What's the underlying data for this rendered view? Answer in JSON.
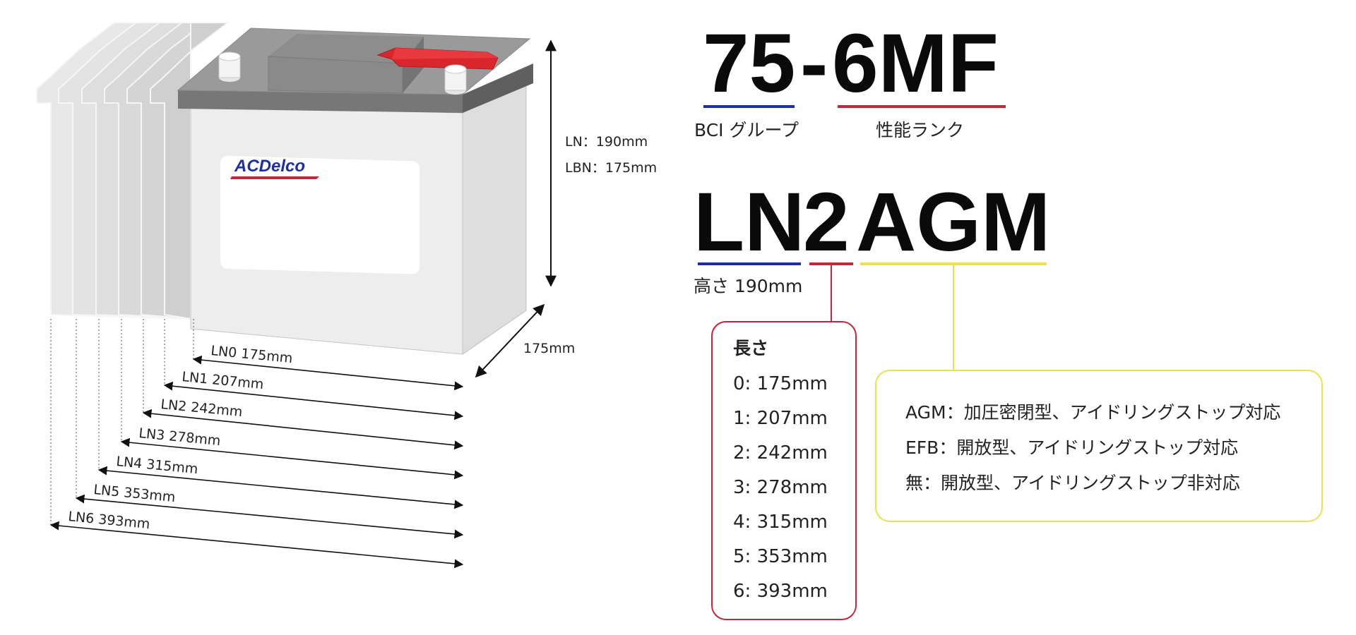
{
  "battery": {
    "brand": "ACDelco",
    "height_labels": [
      "LN：190mm",
      "LBN：175mm"
    ],
    "width_label": "175mm",
    "lengths": [
      {
        "label": "LN0",
        "value": "175mm"
      },
      {
        "label": "LN1",
        "value": "207mm"
      },
      {
        "label": "LN2",
        "value": "242mm"
      },
      {
        "label": "LN3",
        "value": "278mm"
      },
      {
        "label": "LN4",
        "value": "315mm"
      },
      {
        "label": "LN5",
        "value": "353mm"
      },
      {
        "label": "LN6",
        "value": "393mm"
      }
    ]
  },
  "code1": {
    "part1": "75",
    "dash": "-",
    "part2": "6MF",
    "label1": "BCI グループ",
    "label2": "性能ランク"
  },
  "code2": {
    "part1": "LN",
    "part2": "2",
    "part3": "AGM",
    "height_label": "高さ 190mm",
    "length_box": {
      "title": "長さ",
      "items": [
        "0: 175mm",
        "1: 207mm",
        "2: 242mm",
        "3: 278mm",
        "4: 315mm",
        "5: 353mm",
        "6: 393mm"
      ]
    },
    "type_box": {
      "items": [
        "AGM：加圧密閉型、アイドリングストップ対応",
        "EFB：開放型、アイドリングストップ対応",
        "無：開放型、アイドリングストップ非対応"
      ]
    }
  },
  "colors": {
    "blue": "#1c2fa8",
    "red": "#c4263a",
    "yellow": "#ede24e",
    "terminal_red": "#d8262c"
  }
}
